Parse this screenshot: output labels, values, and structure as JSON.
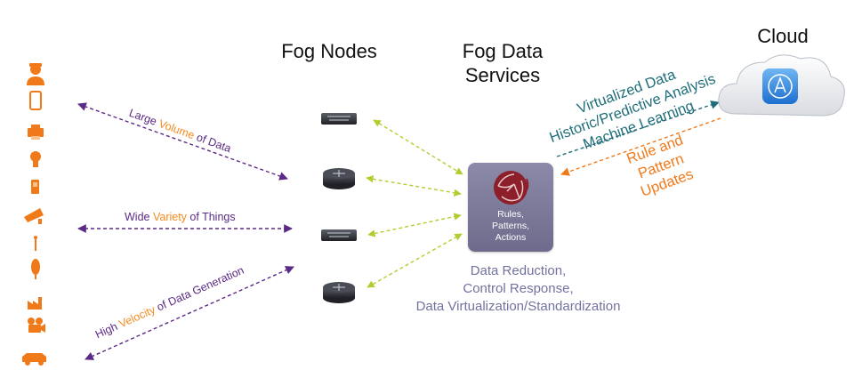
{
  "headings": {
    "fog_nodes": "Fog Nodes",
    "fog_data_services_line1": "Fog Data",
    "fog_data_services_line2": "Services",
    "cloud": "Cloud"
  },
  "edge_labels": {
    "volume": {
      "pre": "Large ",
      "highlight": "Volume",
      "post": " of Data"
    },
    "variety": {
      "pre": "Wide ",
      "highlight": "Variety",
      "post": " of Things"
    },
    "velocity": {
      "pre": "High ",
      "highlight": "Velocity",
      "post": " of Data Generation"
    }
  },
  "services_box": {
    "lines": [
      "Rules,",
      "Patterns,",
      "Actions"
    ]
  },
  "services_description": [
    "Data Reduction,",
    "Control Response,",
    "Data Virtualization/Standardization"
  ],
  "cloud_uplink_labels": [
    "Virtualized Data",
    "Historic/Predictive Analysis",
    "Machine Learning"
  ],
  "cloud_downlink_labels": [
    "Rule and",
    "Pattern",
    "Updates"
  ],
  "colors": {
    "purple": "#5b2a86",
    "orange": "#f58a1f",
    "green_arrow": "#b5cc30",
    "teal": "#1f6e7a",
    "services_box": "#7b789a",
    "device_icon": "#f07a1a"
  },
  "icons": {
    "things": [
      "person-icon",
      "phone-icon",
      "printer-icon",
      "lightbulb-icon",
      "handheld-icon",
      "camera-icon",
      "sensor-icon",
      "tree-icon",
      "factory-icon",
      "video-camera-icon",
      "car-icon"
    ],
    "fog_nodes": [
      "switch-icon",
      "router-icon",
      "switch-icon",
      "router-icon"
    ],
    "services": "globe-network-icon",
    "cloud_app": "app-store-icon"
  }
}
